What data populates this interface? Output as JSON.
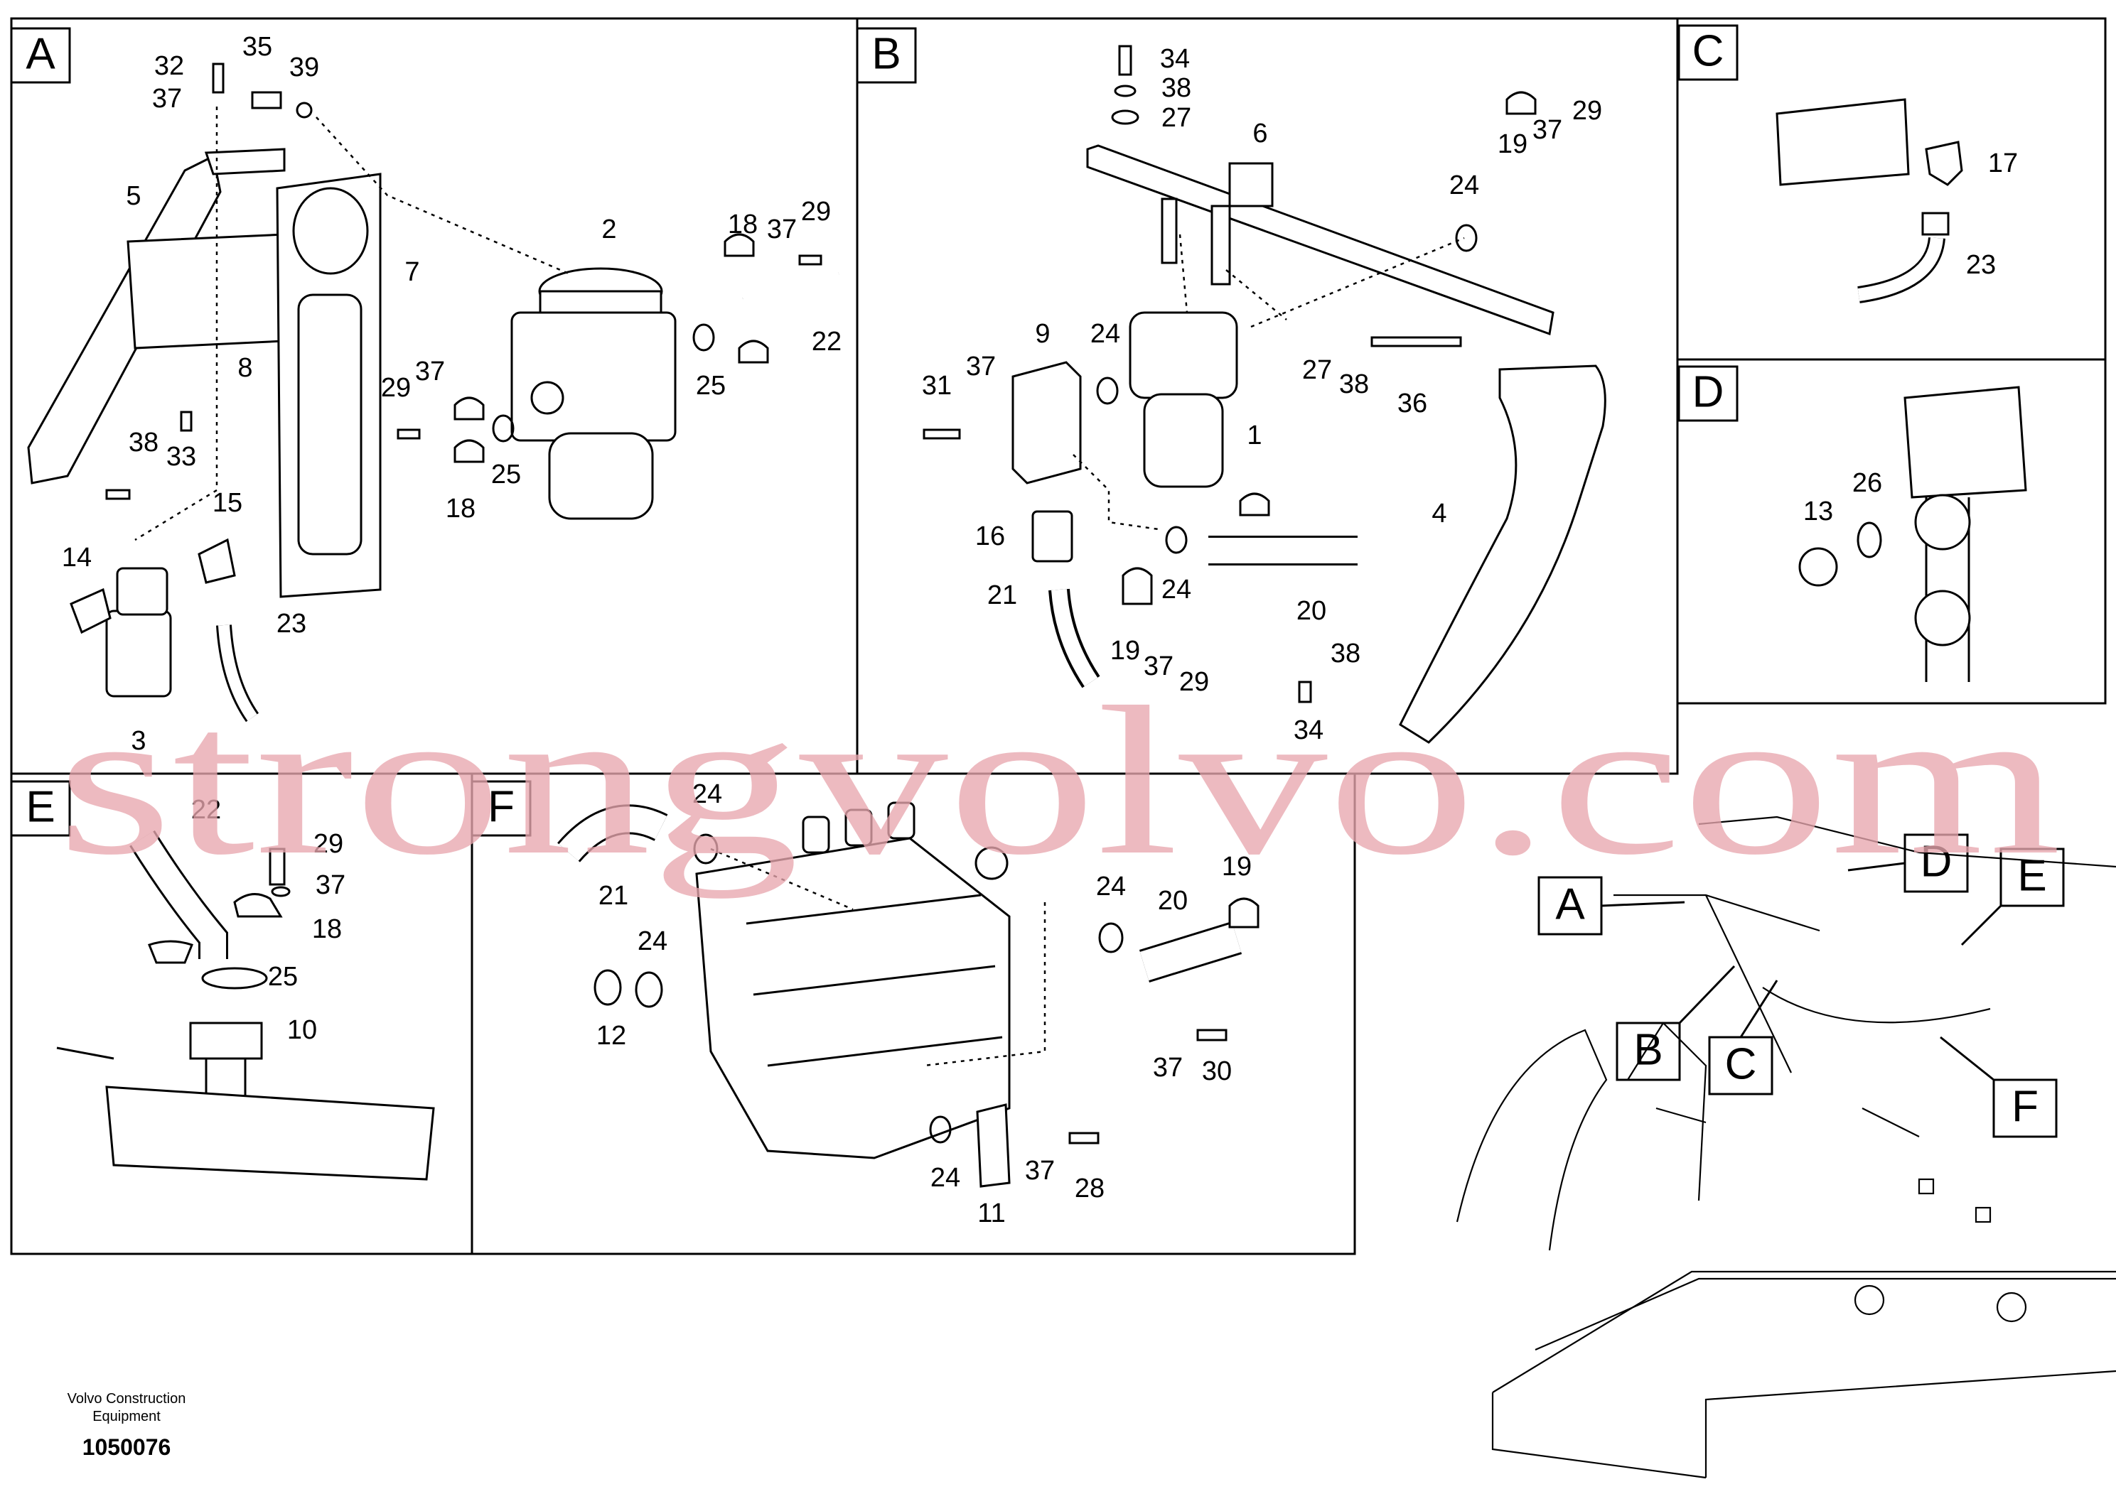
{
  "panels": [
    {
      "id": "A",
      "letter": "A"
    },
    {
      "id": "B",
      "letter": "B"
    },
    {
      "id": "C",
      "letter": "C"
    },
    {
      "id": "D",
      "letter": "D"
    },
    {
      "id": "E",
      "letter": "E"
    },
    {
      "id": "F",
      "letter": "F"
    }
  ],
  "callouts": {
    "A": [
      "32",
      "35",
      "39",
      "37",
      "5",
      "7",
      "2",
      "8",
      "18",
      "37",
      "29",
      "22",
      "29",
      "37",
      "25",
      "38",
      "33",
      "25",
      "18",
      "15",
      "14",
      "23",
      "3"
    ],
    "B": [
      "34",
      "38",
      "27",
      "6",
      "37",
      "29",
      "19",
      "24",
      "9",
      "24",
      "37",
      "31",
      "1",
      "27",
      "38",
      "36",
      "4",
      "16",
      "24",
      "21",
      "20",
      "19",
      "37",
      "29",
      "38",
      "34"
    ],
    "C": [
      "17",
      "23"
    ],
    "D": [
      "26",
      "13"
    ],
    "E": [
      "22",
      "29",
      "37",
      "18",
      "25",
      "10"
    ],
    "F": [
      "24",
      "21",
      "24",
      "24",
      "19",
      "20",
      "12",
      "37",
      "30",
      "24",
      "37",
      "28",
      "11"
    ]
  },
  "overview_labels": [
    "A",
    "D",
    "E",
    "B",
    "C",
    "F"
  ],
  "watermark": "strongvolvo.com",
  "footer": {
    "company_line1": "Volvo Construction",
    "company_line2": "Equipment",
    "drawing_number": "1050076"
  }
}
